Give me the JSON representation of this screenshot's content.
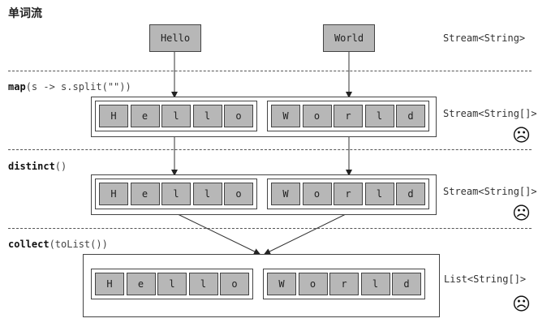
{
  "title": "单词流",
  "words": [
    "Hello",
    "World"
  ],
  "stages": [
    {
      "op_name": "map",
      "op_args": "(s -> s.split(\"\"))",
      "type": "Stream<String[]>",
      "face": "☹"
    },
    {
      "op_name": "distinct",
      "op_args": "()",
      "type": "Stream<String[]>",
      "face": "☹"
    },
    {
      "op_name": "collect",
      "op_args": "(toList())",
      "type": "List<String[]>",
      "face": "☹"
    }
  ],
  "top_type": "Stream<String>",
  "arrays": [
    [
      "H",
      "e",
      "l",
      "l",
      "o"
    ],
    [
      "W",
      "o",
      "r",
      "l",
      "d"
    ]
  ]
}
